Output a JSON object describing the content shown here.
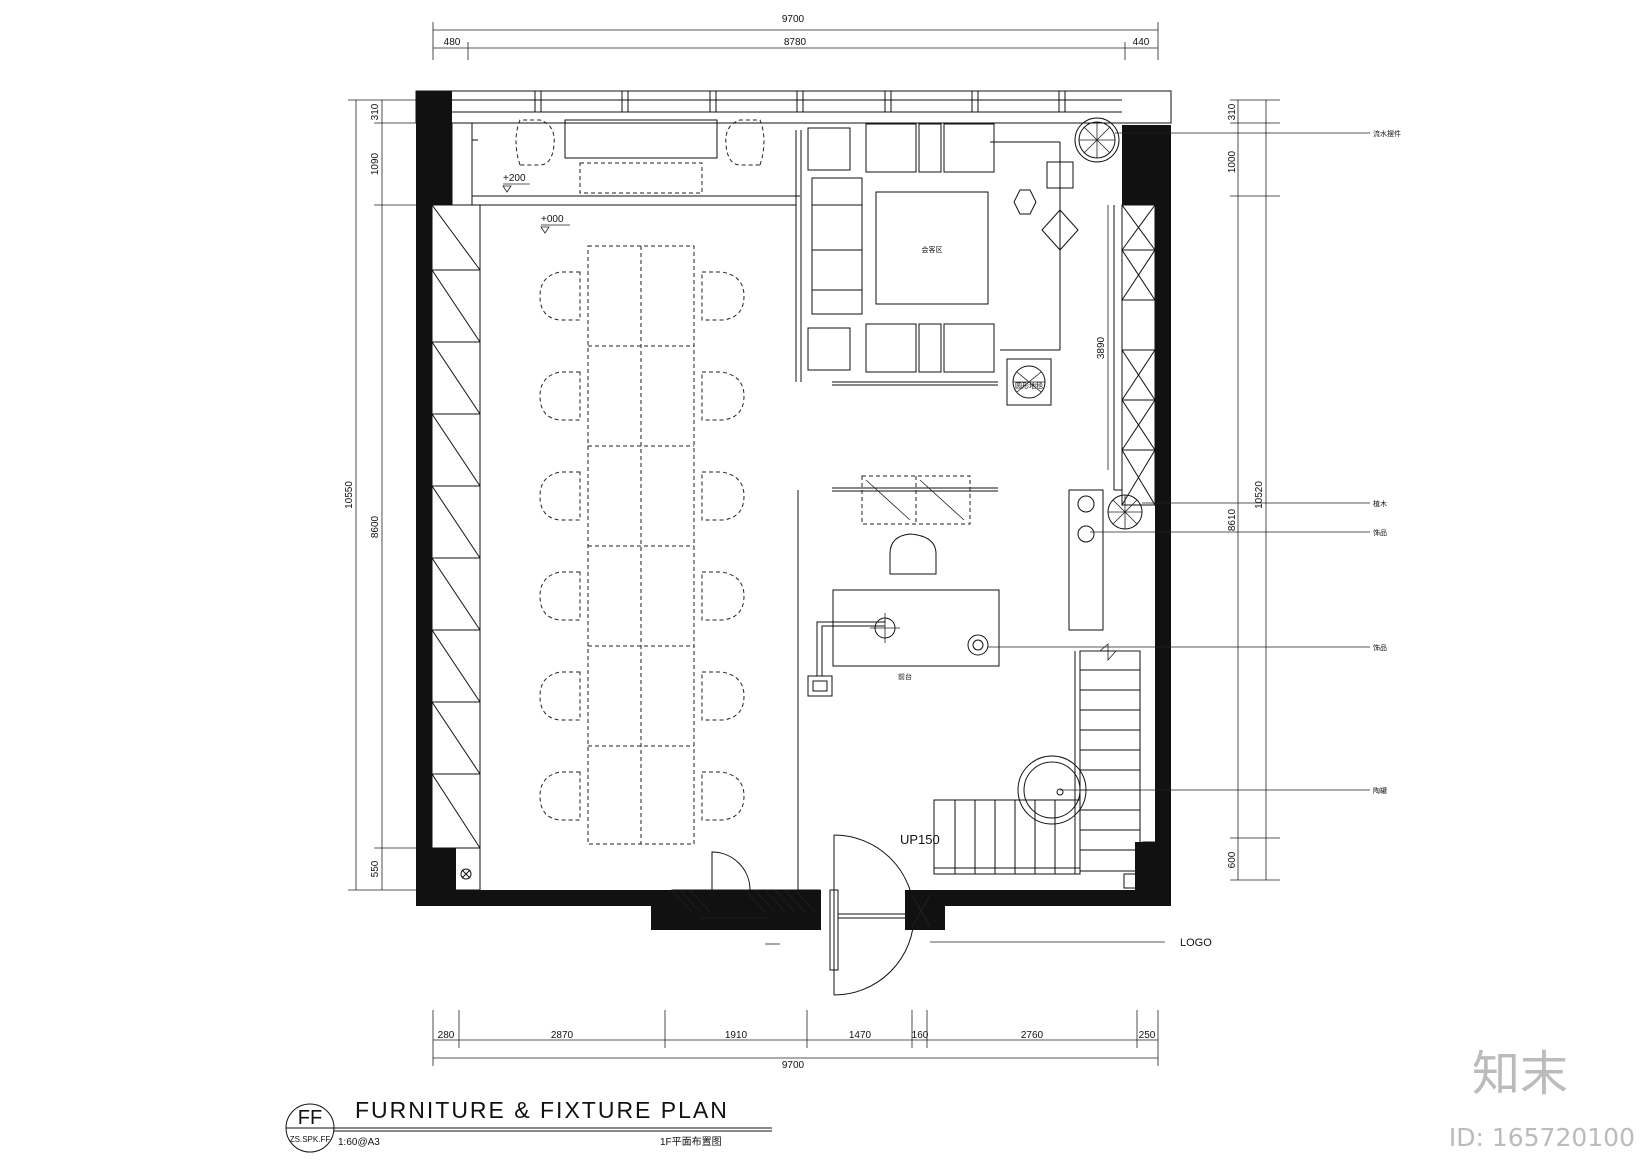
{
  "dimensions": {
    "top_total": "9700",
    "top_left": "480",
    "top_mid": "8780",
    "top_right": "440",
    "left_total": "10550",
    "left_1": "310",
    "left_2": "1090",
    "left_3": "8600",
    "left_4": "550",
    "right_total": "10520",
    "right_1": "310",
    "right_2": "1000",
    "right_3": "3890",
    "right_4": "8610",
    "right_5": "600",
    "bottom_1": "280",
    "bottom_2": "2870",
    "bottom_3": "1910",
    "bottom_4": "1470",
    "bottom_5": "160",
    "bottom_6": "2760",
    "bottom_7": "250",
    "bottom_total": "9700"
  },
  "levels": {
    "upper": "+200",
    "main": "+000"
  },
  "plan_labels": {
    "meeting_area": "会客区",
    "reception": "前台",
    "round_rug": "圆形地毯",
    "stair_up": "UP150",
    "logo": "LOGO"
  },
  "callouts": {
    "callout_1": "流水摆件",
    "callout_2": "植木",
    "callout_3": "饰品",
    "callout_4": "饰品",
    "callout_5": "陶罐"
  },
  "title_block": {
    "symbol": "FF",
    "sheet_code": "ZS.SPK.FF",
    "title": "FURNITURE & FIXTURE PLAN",
    "scale": "1:60@A3",
    "subtitle": "1F平面布置图"
  },
  "watermark": {
    "brand": "知末",
    "id": "ID: 165720100"
  }
}
